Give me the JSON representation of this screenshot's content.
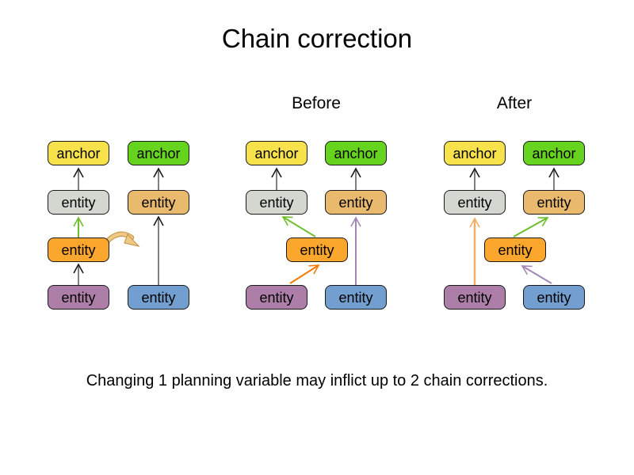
{
  "title": "Chain correction",
  "caption": "Changing 1 planning variable may inflict up to 2 chain corrections.",
  "groups": [
    {
      "label": "",
      "nodes": [
        {
          "id": "anchor-yellow",
          "label": "anchor"
        },
        {
          "id": "anchor-green",
          "label": "anchor"
        },
        {
          "id": "entity-gray",
          "label": "entity"
        },
        {
          "id": "entity-tan",
          "label": "entity"
        },
        {
          "id": "entity-orange",
          "label": "entity"
        },
        {
          "id": "entity-purple",
          "label": "entity"
        },
        {
          "id": "entity-blue",
          "label": "entity"
        }
      ],
      "arrows": [
        {
          "from": "entity-gray",
          "to": "anchor-yellow",
          "color": "gray"
        },
        {
          "from": "entity-tan",
          "to": "anchor-green",
          "color": "gray"
        },
        {
          "from": "entity-orange",
          "to": "entity-gray",
          "color": "green"
        },
        {
          "from": "entity-purple",
          "to": "entity-orange",
          "color": "gray"
        },
        {
          "from": "entity-blue",
          "to": "entity-tan",
          "color": "gray"
        },
        {
          "from": "entity-orange",
          "to": "other-chain",
          "color": "move",
          "style": "curved-move-arrow"
        }
      ]
    },
    {
      "label": "Before",
      "nodes": [
        {
          "id": "anchor-yellow",
          "label": "anchor"
        },
        {
          "id": "anchor-green",
          "label": "anchor"
        },
        {
          "id": "entity-gray",
          "label": "entity"
        },
        {
          "id": "entity-tan",
          "label": "entity"
        },
        {
          "id": "entity-orange",
          "label": "entity"
        },
        {
          "id": "entity-purple",
          "label": "entity"
        },
        {
          "id": "entity-blue",
          "label": "entity"
        }
      ],
      "arrows": [
        {
          "from": "entity-gray",
          "to": "anchor-yellow",
          "color": "gray"
        },
        {
          "from": "entity-tan",
          "to": "anchor-green",
          "color": "gray"
        },
        {
          "from": "entity-orange",
          "to": "entity-gray",
          "color": "green"
        },
        {
          "from": "entity-purple",
          "to": "entity-orange",
          "color": "orange"
        },
        {
          "from": "entity-blue",
          "to": "entity-tan",
          "color": "purple"
        }
      ]
    },
    {
      "label": "After",
      "nodes": [
        {
          "id": "anchor-yellow",
          "label": "anchor"
        },
        {
          "id": "anchor-green",
          "label": "anchor"
        },
        {
          "id": "entity-gray",
          "label": "entity"
        },
        {
          "id": "entity-tan",
          "label": "entity"
        },
        {
          "id": "entity-orange",
          "label": "entity"
        },
        {
          "id": "entity-purple",
          "label": "entity"
        },
        {
          "id": "entity-blue",
          "label": "entity"
        }
      ],
      "arrows": [
        {
          "from": "entity-gray",
          "to": "anchor-yellow",
          "color": "gray"
        },
        {
          "from": "entity-tan",
          "to": "anchor-green",
          "color": "gray"
        },
        {
          "from": "entity-purple",
          "to": "entity-gray",
          "color": "orange_pale"
        },
        {
          "from": "entity-orange",
          "to": "entity-tan",
          "color": "green"
        },
        {
          "from": "entity-blue",
          "to": "entity-orange",
          "color": "purple"
        }
      ]
    }
  ],
  "colors": {
    "bg": "#ffffff",
    "text": "#000000",
    "yellow": "#F7E24C",
    "green": "#66D41E",
    "gray": "#D3D7CF",
    "tan": "#E9B96E",
    "orange": "#FBA62C",
    "purple": "#AD7FA8",
    "blue": "#729FCF",
    "arrow_gray": "#808080",
    "arrow_green": "#6CBE2B",
    "arrow_orange": "#F57900",
    "arrow_orange_pale": "#F2AE66",
    "arrow_purple": "#A287B4",
    "move_fill": "#F0C987",
    "move_outline": "#C79B4E"
  }
}
